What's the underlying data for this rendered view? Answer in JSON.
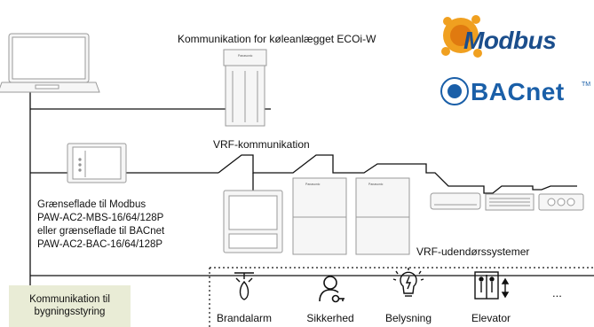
{
  "labels": {
    "communication_title": "Kommunikation for køleanlægget ECOi-W",
    "vrf_communication": "VRF-kommunikation",
    "vrf_outdoor": "VRF-udendørssystemer",
    "interface_lines": [
      "Grænseflade til Modbus",
      "PAW-AC2-MBS-16/64/128P",
      "eller grænseflade til BACnet",
      "PAW-AC2-BAC-16/64/128P"
    ],
    "building_control": [
      "Kommunikation til",
      "bygningsstyring"
    ]
  },
  "logos": {
    "modbus": "Modbus",
    "bacnet": "BACnet",
    "bacnet_tm": "TM"
  },
  "building_systems": [
    {
      "label": "Brandalarm",
      "icon": "fire-alarm-icon"
    },
    {
      "label": "Sikkerhed",
      "icon": "security-icon"
    },
    {
      "label": "Belysning",
      "icon": "lighting-icon"
    },
    {
      "label": "Elevator",
      "icon": "elevator-icon"
    }
  ],
  "more": "...",
  "colors": {
    "line": "#111111",
    "device_stroke": "#9a9a9a",
    "device_fill": "#f6f6f6",
    "building_box": "#e9ecd6",
    "modbus_blue": "#1b4e8c",
    "modbus_orange": "#f0a020",
    "bacnet_blue": "#1a5fa8"
  }
}
